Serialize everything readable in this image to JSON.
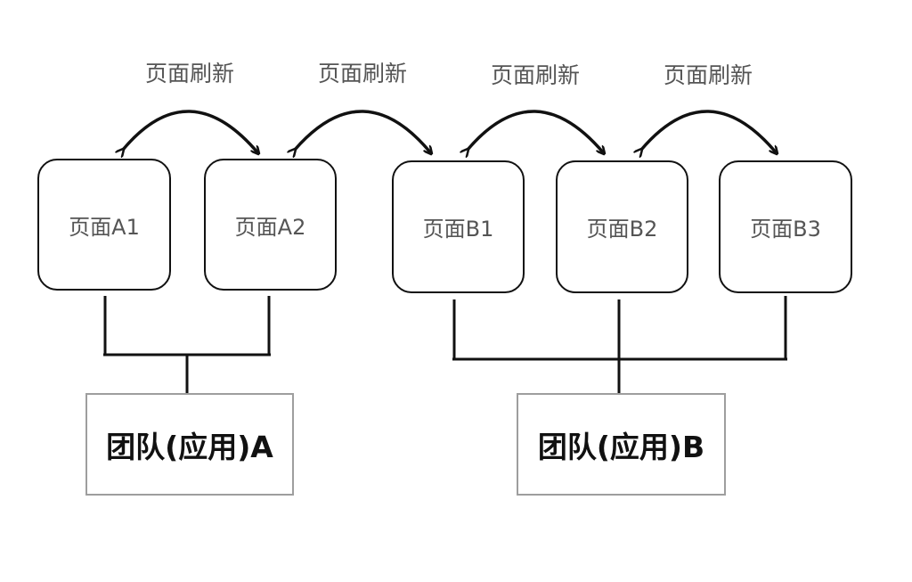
{
  "diagram": {
    "refresh_labels": [
      "页面刷新",
      "页面刷新",
      "页面刷新",
      "页面刷新"
    ],
    "pages": {
      "a1": "页面A1",
      "a2": "页面A2",
      "b1": "页面B1",
      "b2": "页面B2",
      "b3": "页面B3"
    },
    "teams": {
      "a": "团队(应用)A",
      "b": "团队(应用)B"
    },
    "colors": {
      "line": "#111111",
      "page_text": "#555555",
      "team_border": "#9e9e9e"
    }
  }
}
